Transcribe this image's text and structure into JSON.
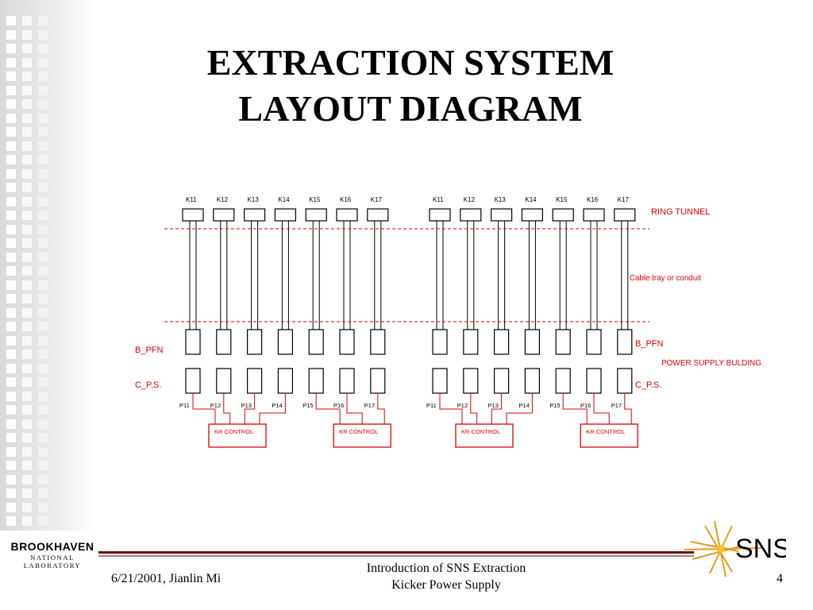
{
  "slide": {
    "title_line1": "EXTRACTION SYSTEM",
    "title_line2": "LAYOUT DIAGRAM"
  },
  "diagram": {
    "kickers_left": [
      "K11",
      "K12",
      "K13",
      "K14",
      "K15",
      "K16",
      "K17"
    ],
    "kickers_right": [
      "K11",
      "K12",
      "K13",
      "K14",
      "K15",
      "K16",
      "K17"
    ],
    "psu_left": [
      "P11",
      "P12",
      "P13",
      "P14",
      "P15",
      "P16",
      "P17"
    ],
    "psu_right": [
      "P11",
      "P12",
      "P13",
      "P14",
      "P15",
      "P16",
      "P17"
    ],
    "labels": {
      "ring_tunnel": "RING TUNNEL",
      "cable_tray": "Cable tray or conduit",
      "bpfn": "B_PFN",
      "power_supply_building": "POWER SUPPLY BULDING",
      "cps": "C_P.S."
    },
    "control_label": "KR CONTROL",
    "colors": {
      "line": "#000000",
      "accent": "#e00000"
    }
  },
  "footer": {
    "date_author": "6/21/2001,  Jianlin Mi",
    "center_line1": "Introduction of SNS Extraction",
    "center_line2": "Kicker Power Supply",
    "page_number": "4",
    "bnl_name": "BROOKHAVEN",
    "bnl_sub": "NATIONAL LABORATORY",
    "sns_logo_text": "SNS"
  }
}
